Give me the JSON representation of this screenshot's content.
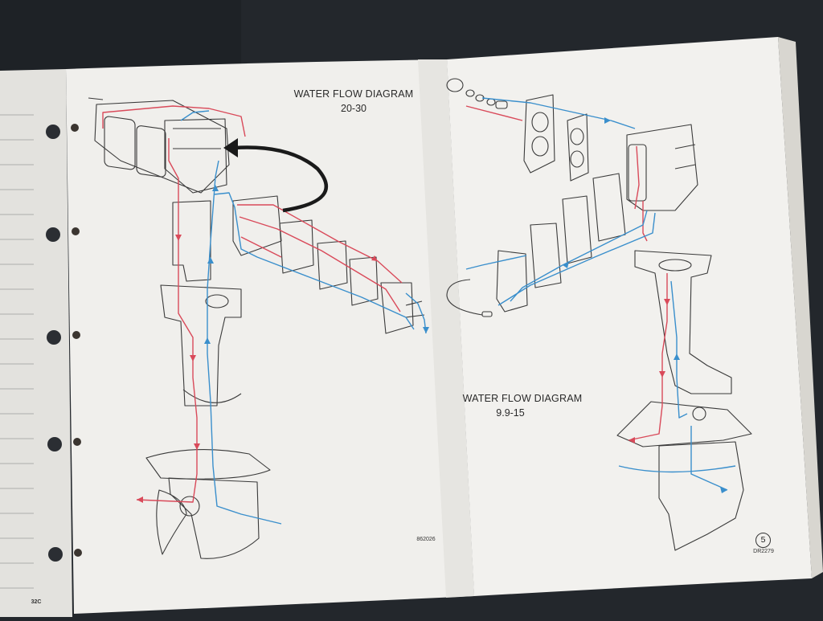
{
  "left_page": {
    "title": "WATER FLOW DIAGRAM",
    "subtitle": "20-30",
    "part_number": "862026"
  },
  "right_page": {
    "title": "WATER FLOW DIAGRAM",
    "subtitle": "9.9-15",
    "page_circle_number": "5",
    "drawing_code": "DR2279"
  },
  "back_page": {
    "page_number": "32C"
  },
  "colors": {
    "background": "#23272c",
    "paper": "#efeeea",
    "line_art": "#3a3a3a",
    "flow_red": "#d94a5a",
    "flow_blue": "#3a8fcc",
    "arrow": "#1a1a1a"
  }
}
